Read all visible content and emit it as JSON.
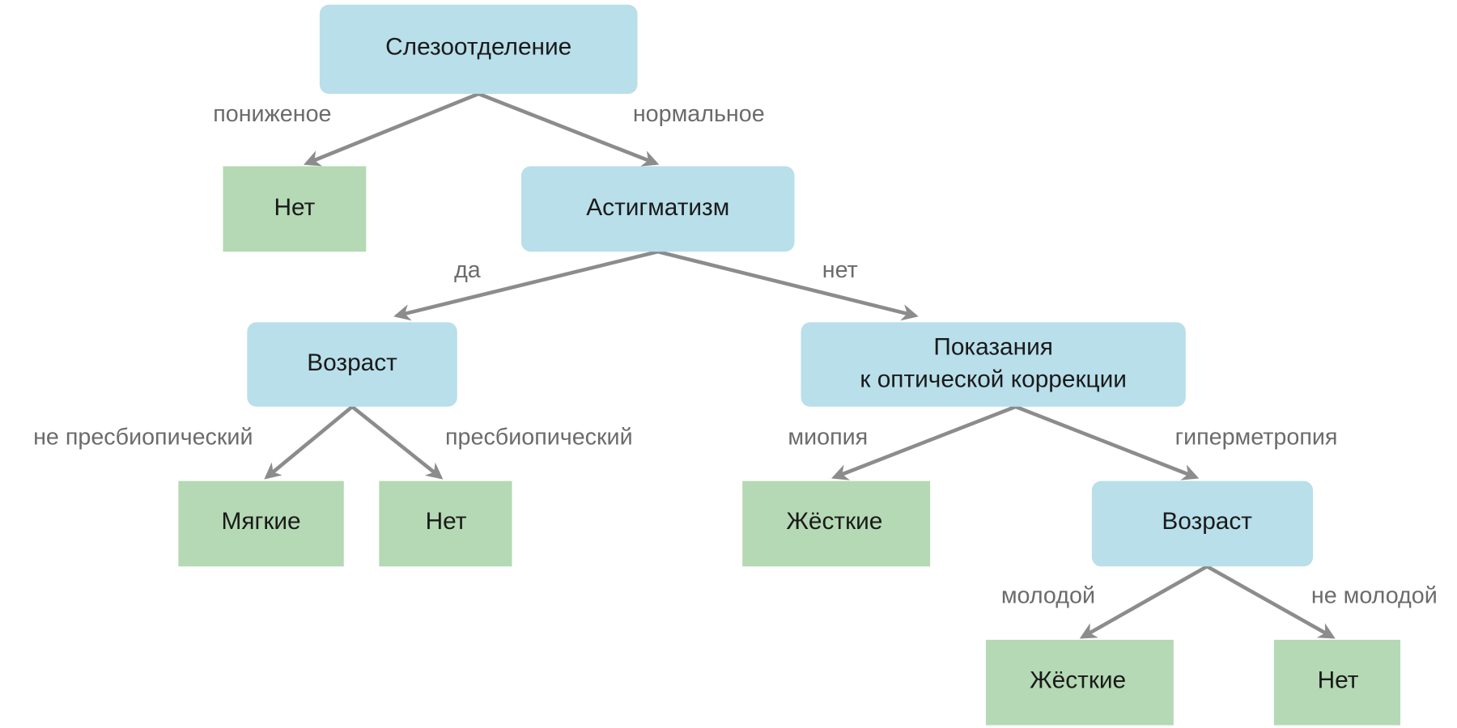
{
  "colors": {
    "decision": "#b8dfea",
    "leaf": "#b4d9b4",
    "arrow": "#8c8c8c",
    "edge_label": "#6b6b6b"
  },
  "nodes": {
    "root": "Слезоотделение",
    "leaf_no_1": "Нет",
    "astigmatism": "Астигматизм",
    "age_1": "Возраст",
    "indication_line1": "Показания",
    "indication_line2": "к оптической коррекции",
    "soft": "Мягкие",
    "leaf_no_2": "Нет",
    "hard_1": "Жёсткие",
    "age_2": "Возраст",
    "hard_2": "Жёсткие",
    "leaf_no_3": "Нет"
  },
  "edges": {
    "reduced": "пониженое",
    "normal": "нормальное",
    "yes": "да",
    "no": "нет",
    "not_presbyopic": "не пресбиопический",
    "presbyopic": "пресбиопический",
    "myopia": "миопия",
    "hypermetropia": "гиперметропия",
    "young": "молодой",
    "not_young": "не молодой"
  }
}
